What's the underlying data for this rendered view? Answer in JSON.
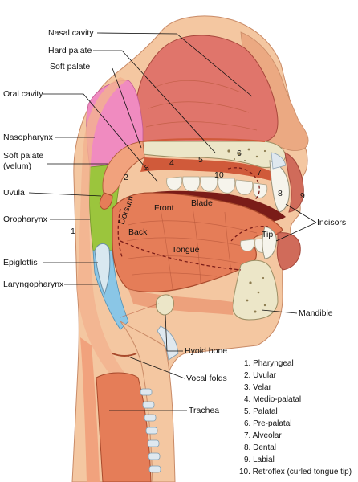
{
  "labels": {
    "nasal_cavity": "Nasal cavity",
    "hard_palate": "Hard palate",
    "soft_palate_top": "Soft palate",
    "oral_cavity": "Oral cavity",
    "nasopharynx": "Nasopharynx",
    "soft_palate_velum_1": "Soft palate",
    "soft_palate_velum_2": "(velum)",
    "uvula": "Uvula",
    "oropharynx": "Oropharynx",
    "epiglottis": "Epiglottis",
    "laryngopharynx": "Laryngopharynx",
    "incisors": "Incisors",
    "mandible": "Mandible",
    "hyoid_bone": "Hyoid bone",
    "vocal_folds": "Vocal folds",
    "trachea": "Trachea",
    "dorsum": "Dorsum",
    "front": "Front",
    "blade": "Blade",
    "back": "Back",
    "tongue": "Tongue",
    "tip": "Tip"
  },
  "place_markers": [
    "1",
    "2",
    "3",
    "4",
    "5",
    "6",
    "7",
    "8",
    "9",
    "10"
  ],
  "legend": [
    "1. Pharyngeal",
    "2. Uvular",
    "3. Velar",
    "4. Medio-palatal",
    "5. Palatal",
    "6. Pre-palatal",
    "7. Alveolar",
    "8. Dental",
    "9. Labial",
    "10. Retroflex (curled tongue tip)"
  ],
  "colors": {
    "skin": "#f4c7a1",
    "nasal": "#e0756b",
    "nasopharynx": "#f08bc0",
    "oropharynx": "#9bc53d",
    "laryngopharynx": "#8ac6e6",
    "tongue": "#e57d58",
    "bone": "#ece6c8",
    "tooth": "#f6f4ec",
    "mucosa": "#d05a3a"
  }
}
